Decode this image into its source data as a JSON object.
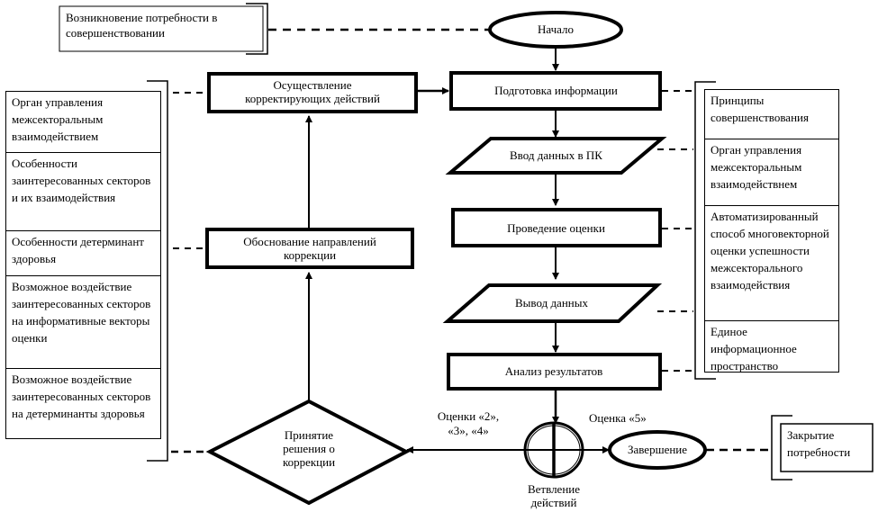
{
  "diagram": {
    "type": "flowchart",
    "start_note": "Возникновение потребности в совершенствовании",
    "nodes": {
      "start": "Начало",
      "prepare": "Подготовка информации",
      "input": "Ввод данных в ПК",
      "evaluate": "Проведение оценки",
      "output": "Вывод данных",
      "analyze": "Анализ результатов",
      "branch": "Ветвление действий",
      "branch_line1": "Ветвление",
      "branch_line2": "действий",
      "decision_line1": "Принятие",
      "decision_line2": "решения о",
      "decision_line3": "коррекции",
      "justify_line1": "Обоснование направлений",
      "justify_line2": "коррекции",
      "corrective_line1": "Осуществление",
      "corrective_line2": "корректирующих действий",
      "finish": "Завершение"
    },
    "edge_labels": {
      "grades_234_line1": "Оценки «2»,",
      "grades_234_line2": "«3», «4»",
      "grade_5": "Оценка «5»"
    },
    "left_list": [
      "Орган управления межсекторальным взаимодействием",
      "Особенности заинтересованных секторов и их взаимодействия",
      "Особенности детерминант здоровья",
      "Возможное воздействие заинтересованных секторов на информативные векторы оценки",
      "Возможное воздействие заинтересованных секторов на детерминанты здоровья"
    ],
    "right_list": [
      "Принципы совершенствования",
      "Орган управления межсекторальным взаимодействнем",
      "Автоматизированный способ многовекторной оценки успешности межсекторального взаимодействия",
      "Единое информационное пространство"
    ],
    "end_note": "Закрытие потребности"
  }
}
